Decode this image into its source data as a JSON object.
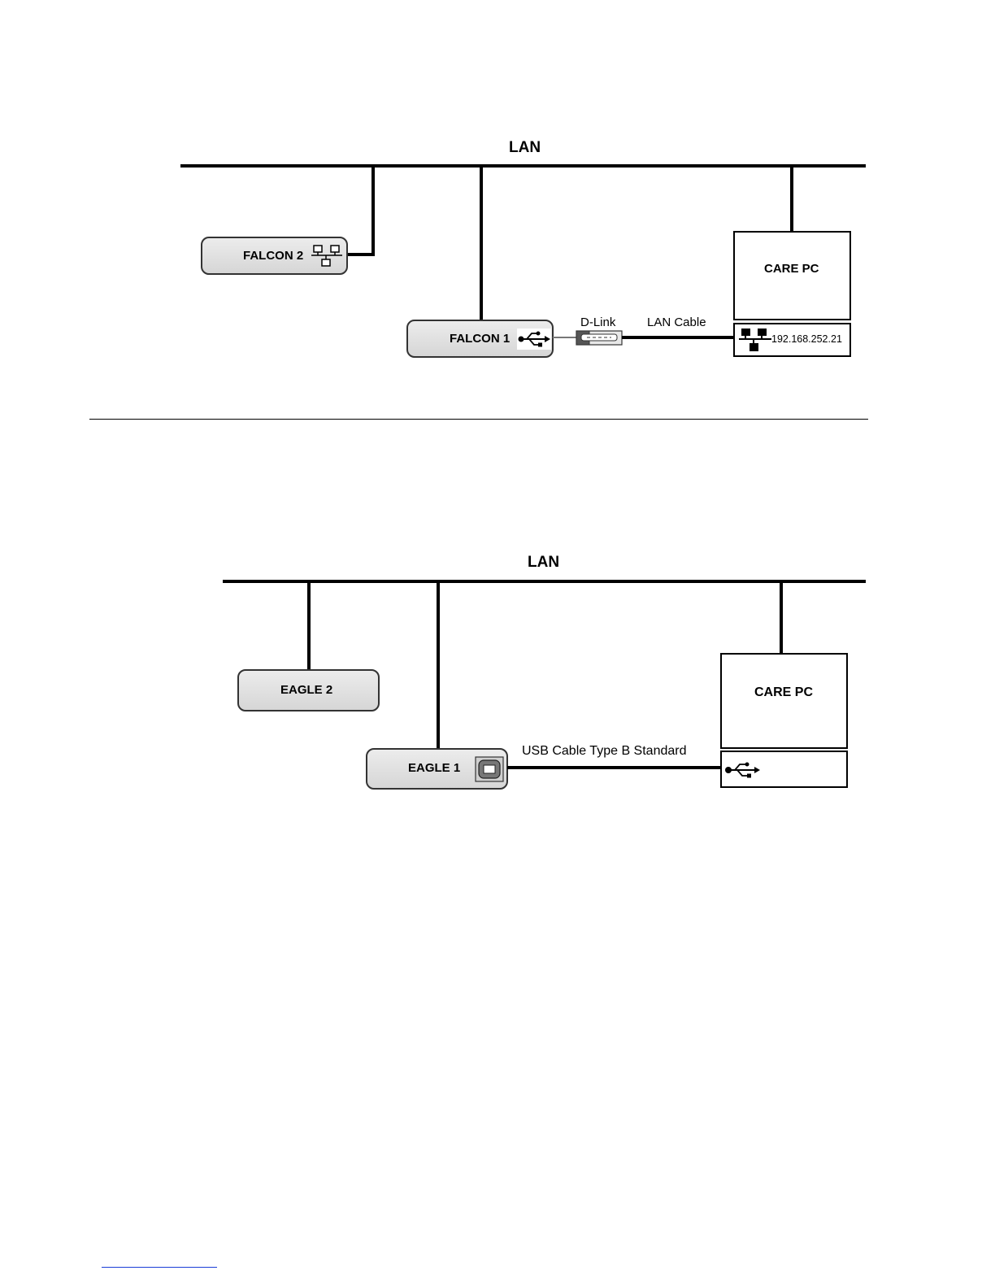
{
  "diagram_1": {
    "lan_label": "LAN",
    "devices": {
      "falcon2": "FALCON 2",
      "falcon1": "FALCON 1",
      "care_pc": "CARE PC"
    },
    "adapter_label": "D-Link",
    "cable_label": "LAN Cable",
    "ip_address": "192.168.252.21"
  },
  "diagram_2": {
    "lan_label": "LAN",
    "devices": {
      "eagle2": "EAGLE 2",
      "eagle1": "EAGLE 1",
      "care_pc": "CARE PC"
    },
    "cable_label": "USB Cable Type B Standard"
  },
  "icons": {
    "falcon2_port": "network-icon",
    "falcon1_port": "usb-icon",
    "dlink_adapter": "usb-ethernet-adapter-icon",
    "pc_lan_port": "network-icon",
    "eagle1_port": "usb-b-port-icon",
    "pc_usb_port": "usb-icon"
  }
}
